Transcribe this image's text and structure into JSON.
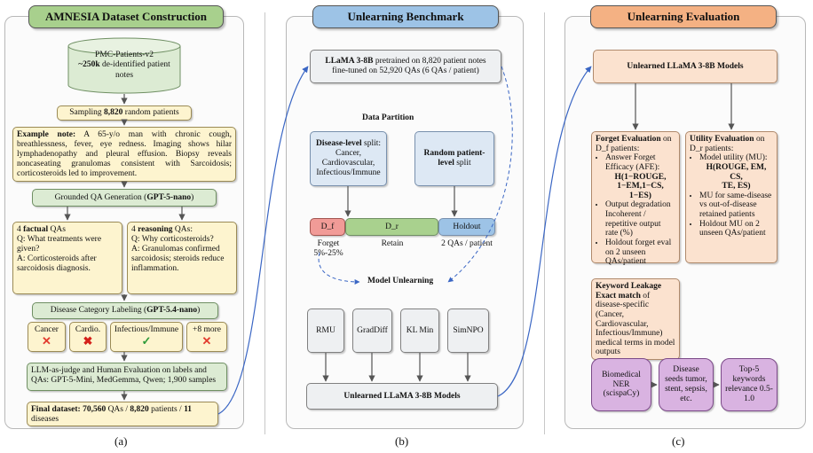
{
  "panel_a": {
    "title": "AMNESIA Dataset Construction",
    "source_name": "PMC-Patients-v2",
    "source_count": "~250k",
    "source_desc": " de-identified patient notes",
    "sampling_prefix": "Sampling ",
    "sampling_bold": "8,820",
    "sampling_suffix": " random patients",
    "example_label": "Example note:",
    "example_text": " A 65-y/o man with chronic cough, breathlessness, fever, eye redness. Imaging shows hilar lymphadenopathy and pleural effusion. Biopsy reveals noncaseating granulomas consistent with Sarcoidosis; corticosteroids led to improvement.",
    "qa_gen_prefix": "Grounded QA Generation (",
    "qa_gen_bold": "GPT-5-nano",
    "qa_gen_suffix": ")",
    "factual_num": "4 ",
    "factual_bold": "factual",
    "factual_rest": " QAs",
    "factual_q": "Q: What treatments were given?",
    "factual_a": "A: Corticosteroids after sarcoidosis diagnosis.",
    "reasoning_num": "4 ",
    "reasoning_bold": "reasoning",
    "reasoning_rest": " QAs:",
    "reasoning_q": "Q: Why corticosteroids?",
    "reasoning_a": "A: Granulomas confirmed sarcoidosis; steroids reduce inflammation.",
    "label_prefix": "Disease Category Labeling (",
    "label_bold": "GPT-5.4-nano",
    "label_suffix": ")",
    "categories": [
      {
        "name": "Cancer",
        "mark": "✕",
        "color": "#e23b2e"
      },
      {
        "name": "Cardio.",
        "mark": "✖",
        "color": "#d4201a"
      },
      {
        "name": "Infectious/Immune",
        "mark": "✓",
        "color": "#2e9a3a"
      },
      {
        "name": "+8 more",
        "mark": "✕",
        "color": "#e23b2e"
      }
    ],
    "judge_text": "LLM-as-judge and Human Evaluation on labels and QAs: GPT-5-Mini, MedGemma, Qwen; 1,900 samples",
    "final_label": "Final dataset:",
    "final_qas": " 70,560",
    "final_mid1": " QAs / ",
    "final_patients": "8,820",
    "final_mid2": " patients / ",
    "final_diseases": "11",
    "final_end": " diseases",
    "caption": "(a)"
  },
  "panel_b": {
    "title": "Unlearning Benchmark",
    "model_bold": "LLaMA 3-8B",
    "model_line1": " pretrained on 8,820 patient notes",
    "model_line2": "fine-tuned on 52,920 QAs (6 QAs / patient)",
    "partition_title": "Data Partition",
    "disease_bold": "Disease-level",
    "disease_rest": " split:",
    "disease_list": "Cancer, Cardiovascular, Infectious/Immune",
    "random_bold": "Random patient-level",
    "random_rest": " split",
    "df_label": "D_f",
    "dr_label": "D_r",
    "holdout_label": "Holdout",
    "forget_label": "Forget",
    "forget_range": "5%-25%",
    "retain_label": "Retain",
    "holdout_note": "2 QAs / patient",
    "unlearning_title": "Model Unlearning",
    "methods": [
      "RMU",
      "GradDiff",
      "KL Min",
      "SimNPO"
    ],
    "output_label": "Unlearned LLaMA 3-8B Models",
    "caption": "(b)"
  },
  "panel_c": {
    "title": "Unlearning Evaluation",
    "models_label": "Unlearned LLaMA 3-8B Models",
    "forget_bold": "Forget Evaluation",
    "forget_rest": " on D_f patients:",
    "forget_items": [
      "Answer Forget Efficacy (AFE):",
      "Output degradation Incoherent / repetitive output rate (%)",
      "Holdout forget eval on 2 unseen QAs/patient"
    ],
    "forget_formula_1": "H(1−ROUGE,",
    "forget_formula_2": "1−EM,1−CS, 1−ES)",
    "utility_bold": "Utility Evaluation",
    "utility_rest": " on D_r patients:",
    "utility_items": [
      "Model utility (MU):",
      "MU for same-disease vs out-of-disease retained patients",
      "Holdout MU on 2 unseen QAs/patient"
    ],
    "utility_formula_1": "H(ROUGE, EM, CS,",
    "utility_formula_2": "TE, ES)",
    "keyword_bold1": "Keyword Leakage",
    "keyword_bold2": "Exact match",
    "keyword_rest": " of disease-specific (Cancer, Cardiovascular, Infectious/Immune) medical terms in model outputs",
    "ner_label": "Biomedical NER (scispaCy)",
    "seeds_label": "Disease seeds tumor, stent, sepsis, etc.",
    "top5_label": "Top-5 keywords relevance 0.5-1.0",
    "caption": "(c)"
  },
  "colors": {
    "header_a": "#a8d08d",
    "header_b": "#9dc3e6",
    "header_c": "#f4b183",
    "arrow_blue": "#3a66c4",
    "df_fill": "#f19b97",
    "dr_fill": "#a9d18e",
    "holdout_fill": "#9dc3e6"
  }
}
